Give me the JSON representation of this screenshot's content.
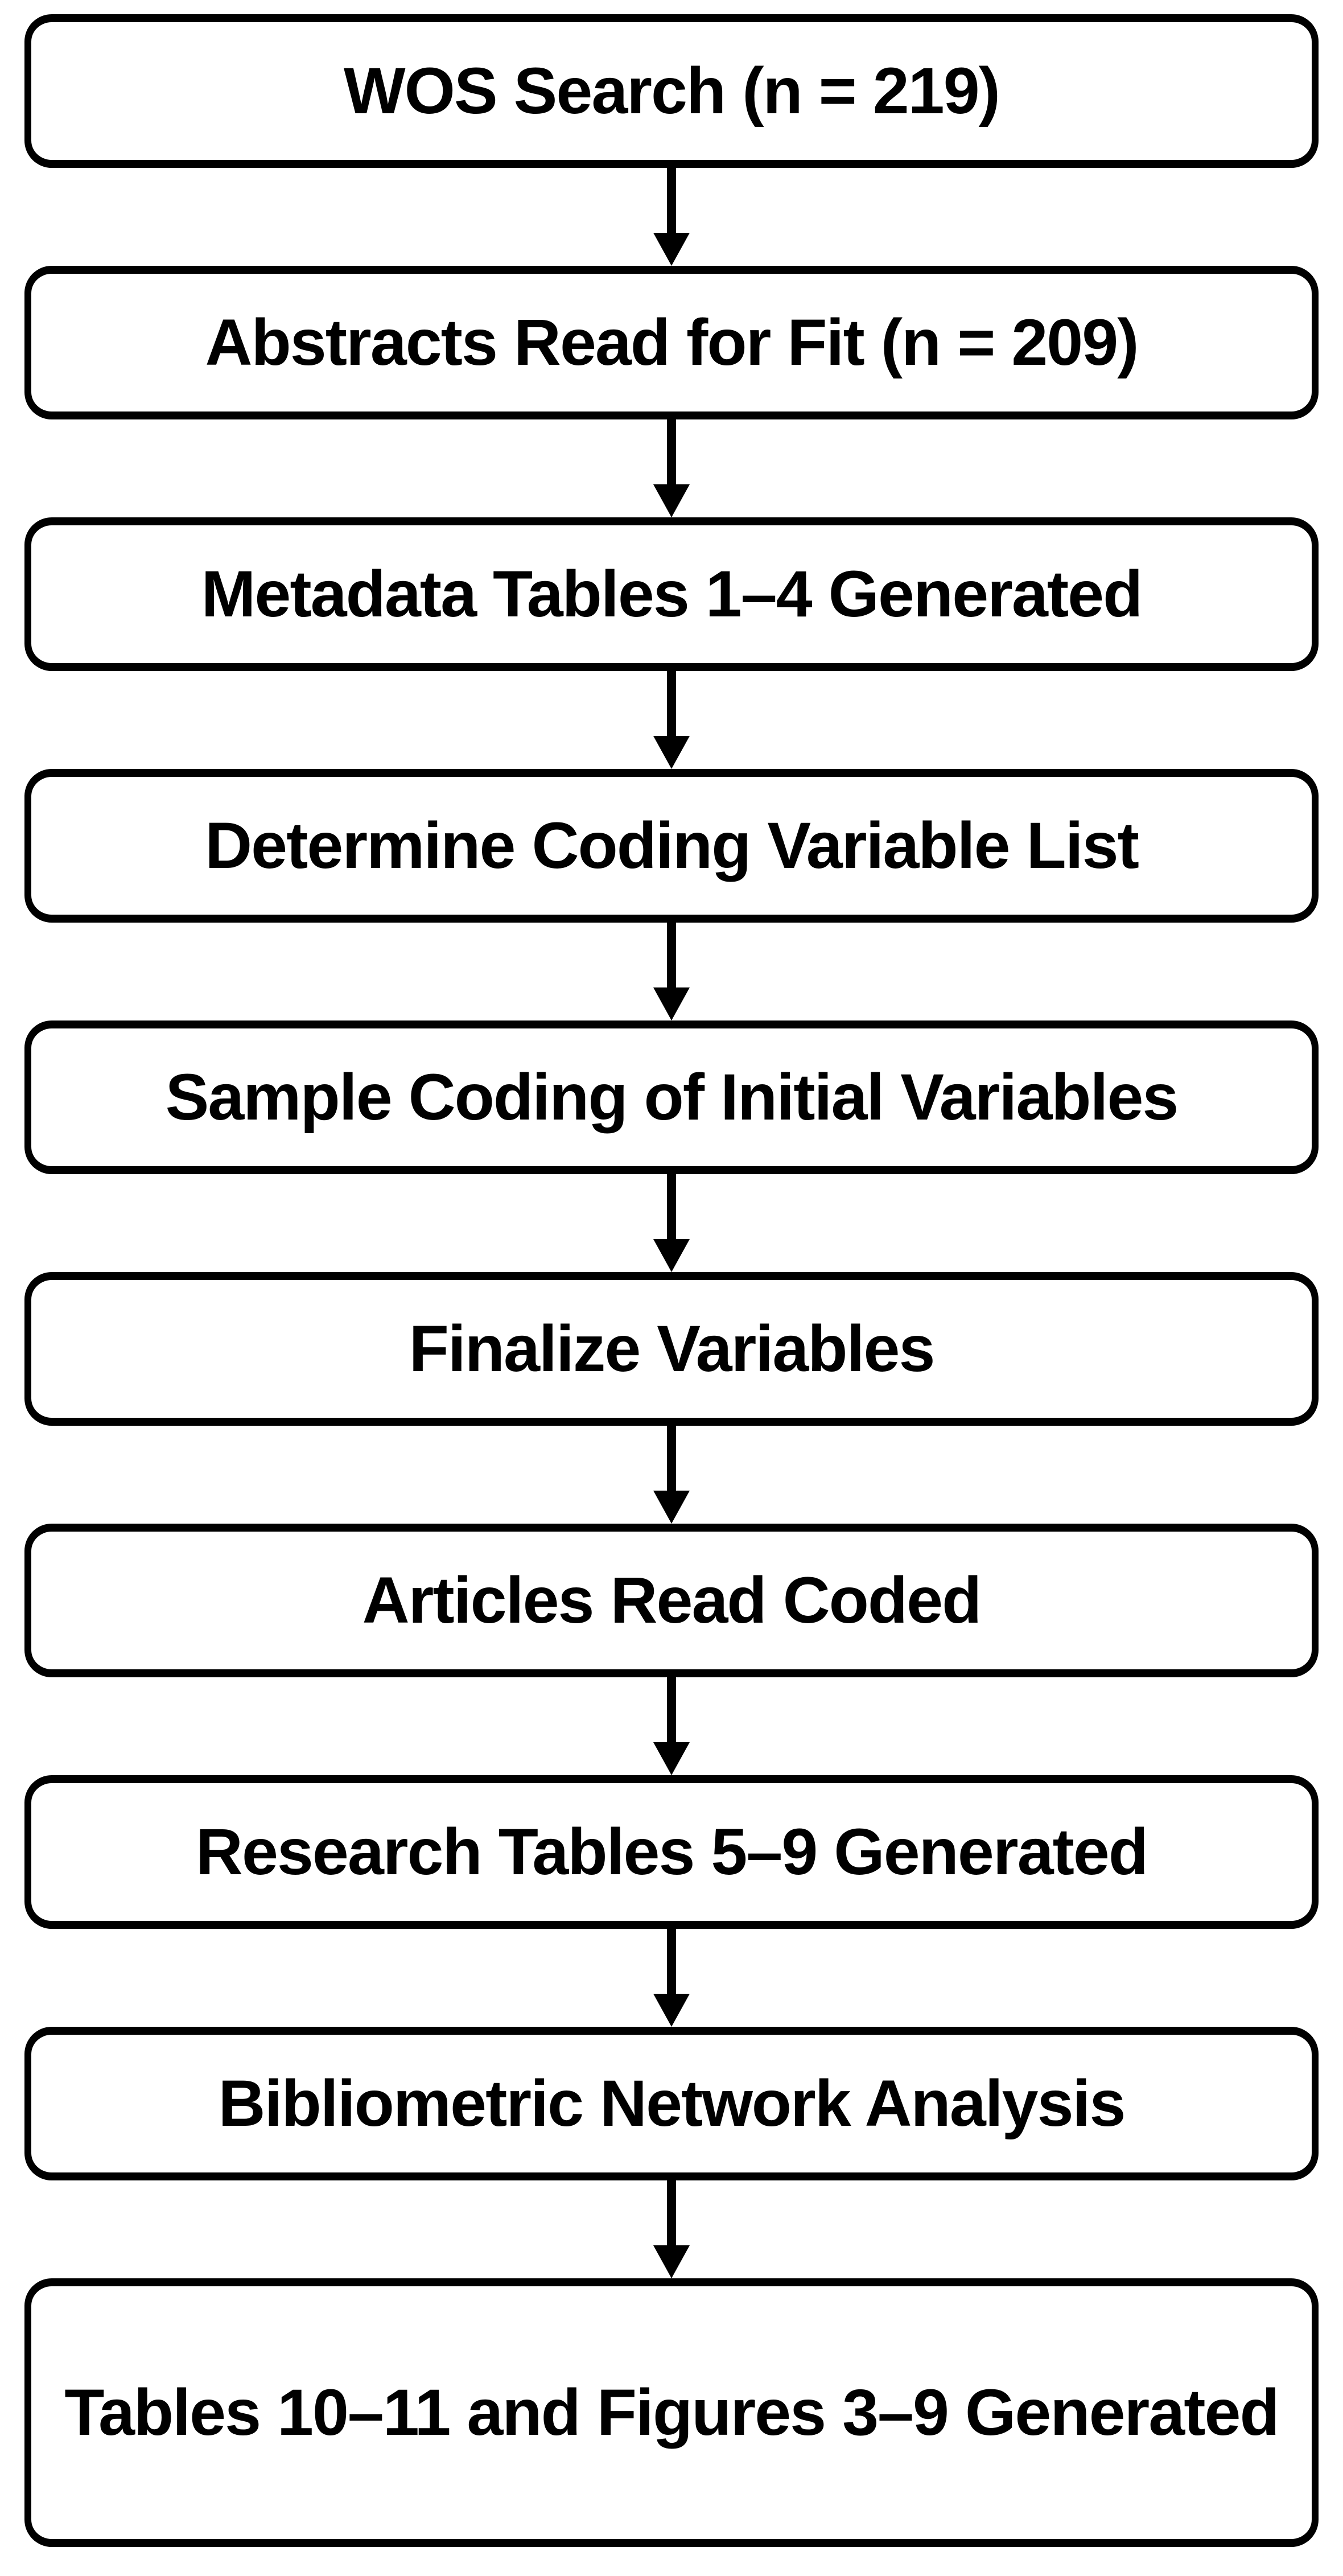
{
  "flowchart": {
    "steps": [
      {
        "label": "WOS Search (n = 219)"
      },
      {
        "label": "Abstracts Read for Fit (n = 209)"
      },
      {
        "label": "Metadata Tables 1–4 Generated"
      },
      {
        "label": "Determine Coding Variable List"
      },
      {
        "label": "Sample Coding of Initial Variables"
      },
      {
        "label": "Finalize Variables"
      },
      {
        "label": "Articles Read Coded"
      },
      {
        "label": "Research Tables 5–9 Generated"
      },
      {
        "label": "Bibliometric Network Analysis"
      },
      {
        "label": "Tables 10–11 and Figures 3–9 Generated"
      }
    ],
    "connector": "arrow-down",
    "colors": {
      "background": "#ffffff",
      "box_fill": "#ffffff",
      "box_border": "#000000",
      "text": "#000000",
      "arrow": "#000000"
    }
  }
}
